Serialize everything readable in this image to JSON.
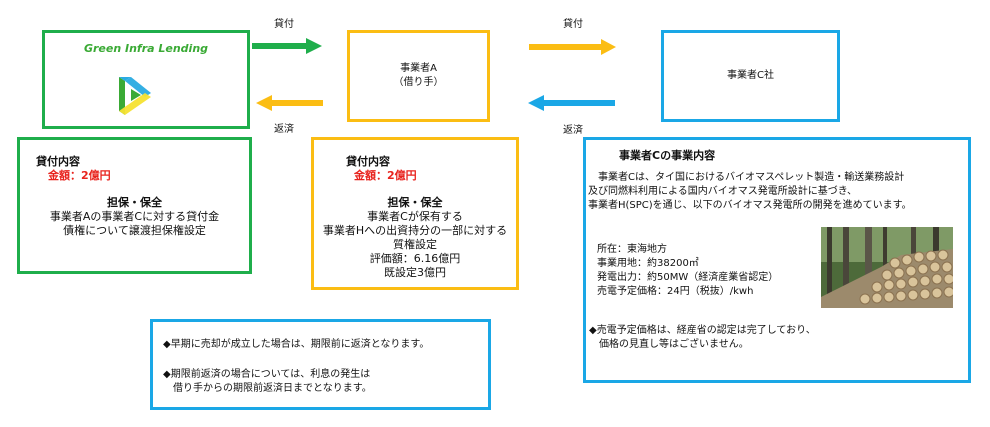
{
  "logo": {
    "name": "Green Infra Lending",
    "brand_color": "#3aaa35"
  },
  "flow": {
    "lend_label_1": "貸付",
    "repay_label_1": "返済",
    "lend_label_2": "貸付",
    "repay_label_2": "返済"
  },
  "entities": {
    "borrower": {
      "line1": "事業者A",
      "line2": "（借り手）"
    },
    "company_c": {
      "name": "事業者C社"
    }
  },
  "lender_details": {
    "heading": "貸付内容",
    "amount": "金額：2億円",
    "security_heading": "担保・保全",
    "security_lines": [
      "事業者Aの事業者Cに対する貸付金",
      "債権について譲渡担保権設定"
    ]
  },
  "borrower_details": {
    "heading": "貸付内容",
    "amount": "金額：2億円",
    "security_heading": "担保・保全",
    "security_lines": [
      "事業者Cが保有する",
      "事業者Hへの出資持分の一部に対する",
      "質権設定",
      "評価額：6.16億円",
      "既設定3億円"
    ]
  },
  "company_c_business": {
    "heading": "事業者Cの事業内容",
    "description": [
      "　事業者Cは、タイ国におけるバイオマスペレット製造・輸送業務設計",
      "及び同燃料利用による国内バイオマス発電所設計に基づき、",
      "事業者H(SPC)を通じ、以下のバイオマス発電所の開発を進めています。"
    ],
    "facts": [
      "所在：東海地方",
      "事業用地：約38200㎡",
      "発電出力：約50MW（経済産業省認定）",
      "売電予定価格：24円（税抜）/kwh"
    ],
    "note": [
      "◆売電予定価格は、経産省の認定は完了しており、",
      "　価格の見直し等はございません。"
    ]
  },
  "notes": {
    "items": [
      "◆早期に売却が成立した場合は、期限前に返済となります。",
      "◆期限前返済の場合については、利息の発生は",
      "　借り手からの期限前返済日までとなります。"
    ]
  },
  "colors": {
    "green": "#1fae4b",
    "yellow": "#fbbd13",
    "blue": "#1aa7e6",
    "red": "#e8231d"
  }
}
